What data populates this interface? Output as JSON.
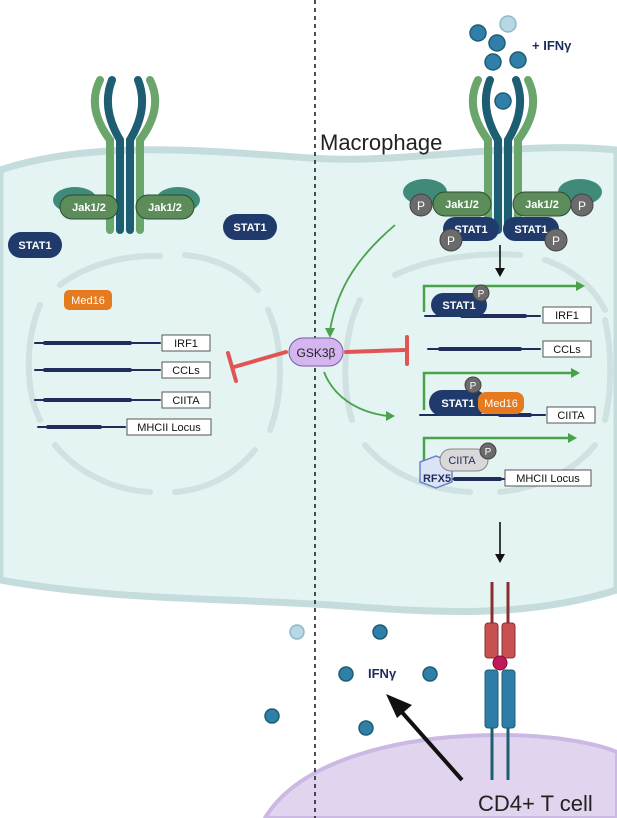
{
  "labels": {
    "macrophage": "Macrophage",
    "tcell": "CD4+ T cell",
    "ifng_plus": "+ IFNγ",
    "ifng": "IFNγ",
    "gsk3b": "GSK3β",
    "jak": "Jak1/2",
    "stat1": "STAT1",
    "med16": "Med16",
    "ciita": "CIITA",
    "rfx5": "RFX5",
    "p": "P"
  },
  "genes": {
    "irf1": "IRF1",
    "ccls": "CCLs",
    "ciita": "CIITA",
    "mhcii": "MHCII Locus"
  },
  "colors": {
    "cytoplasm": "#e3f4f3",
    "cell_border": "#c5dcdc",
    "receptor_light": "#6aa56c",
    "receptor_dark": "#1d5e72",
    "jak_fill": "#4a7f50",
    "stat_fill": "#1f3a6b",
    "med16_fill": "#e57a1f",
    "gsk_fill": "#d5b5f0",
    "activation_arrow": "#4aa24a",
    "inhibition": "#e05454",
    "dna": "#1f2d5c",
    "ifng_dot": "#2f7fa8",
    "tcell_fill": "#e0d4ef",
    "tcr_red": "#c95050",
    "tcr_blue": "#2e7ca8"
  }
}
